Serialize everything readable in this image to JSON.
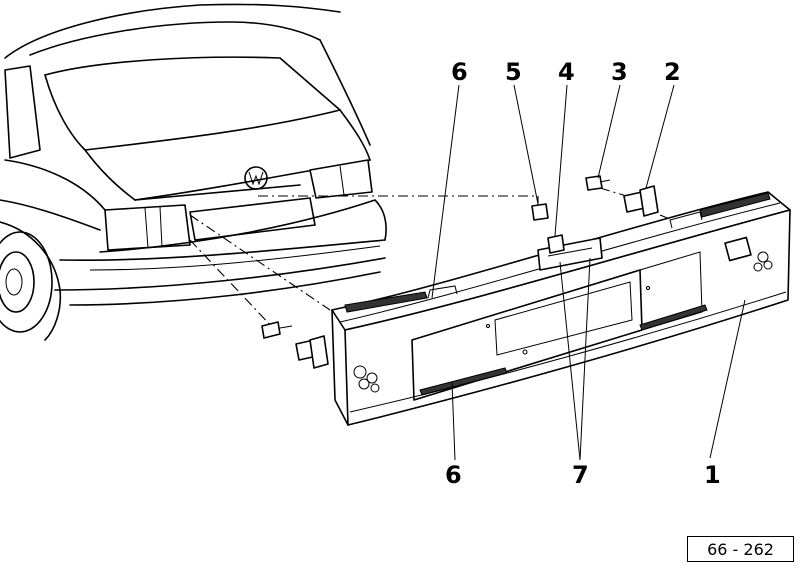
{
  "callouts": {
    "c6_top": "6",
    "c5": "5",
    "c4": "4",
    "c3": "3",
    "c2": "2",
    "c6_bottom": "6",
    "c7": "7",
    "c1": "1"
  },
  "figure_ref": "66 - 262",
  "colors": {
    "ink": "#000000",
    "paper": "#ffffff"
  }
}
